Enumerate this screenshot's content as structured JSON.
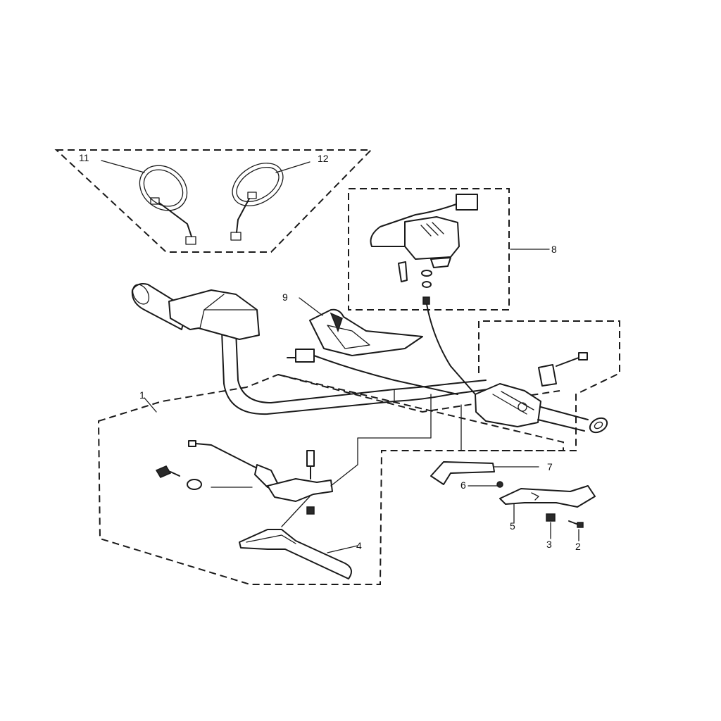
{
  "callouts": {
    "c1": "1",
    "c2": "2",
    "c3": "3",
    "c4": "4",
    "c5": "5",
    "c6": "6",
    "c7": "7",
    "c8": "8",
    "c9": "9",
    "c11": "11",
    "c12": "12"
  }
}
